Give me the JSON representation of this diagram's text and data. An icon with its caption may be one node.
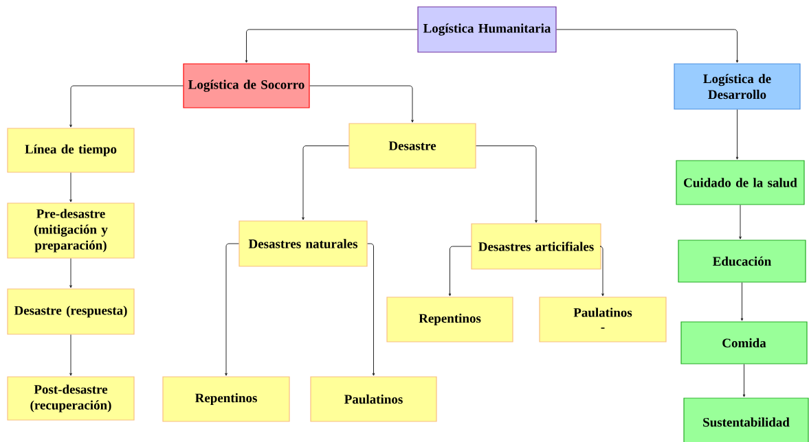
{
  "diagram": {
    "nodes": [
      {
        "text": [
          "Logística Humanitaria"
        ]
      },
      {
        "text": [
          "Logística de Socorro"
        ]
      },
      {
        "text": [
          "Logística de Desarrollo"
        ]
      },
      {
        "text": [
          "Línea de tiempo"
        ]
      },
      {
        "text": [
          "Pre-desastre (mitigación y preparación)"
        ]
      },
      {
        "text": [
          "Desastre (respuesta)"
        ]
      },
      {
        "text": [
          "Post-desastre (recuperación)"
        ]
      },
      {
        "text": [
          "Desastre"
        ]
      },
      {
        "text": [
          "Desastres naturales"
        ]
      },
      {
        "text": [
          "Desastres articifiales"
        ]
      },
      {
        "text": [
          "Repentinos"
        ]
      },
      {
        "text": [
          "Paulatinos",
          "-"
        ]
      },
      {
        "text": [
          "Repentinos"
        ]
      },
      {
        "text": [
          "Paulatinos"
        ]
      },
      {
        "text": [
          "Cuidado de la salud"
        ]
      },
      {
        "text": [
          "Educación"
        ]
      },
      {
        "text": [
          "Comida"
        ]
      },
      {
        "text": [
          "Sustentabilidad"
        ]
      }
    ],
    "edges": [
      {
        "from": 0,
        "to": 1,
        "arrow": "to"
      },
      {
        "from": 0,
        "to": 2,
        "arrow": "to"
      },
      {
        "from": 1,
        "to": 3,
        "arrow": "to"
      },
      {
        "from": 1,
        "to": 7,
        "arrow": "to"
      },
      {
        "from": 3,
        "to": 4,
        "arrow": "to"
      },
      {
        "from": 4,
        "to": 5,
        "arrow": "to"
      },
      {
        "from": 5,
        "to": 6,
        "arrow": "to"
      },
      {
        "from": 7,
        "to": 8,
        "arrow": "to"
      },
      {
        "from": 7,
        "to": 9,
        "arrow": "to"
      },
      {
        "from": 8,
        "to": 12,
        "arrow": "to"
      },
      {
        "from": 8,
        "to": 13,
        "arrow": "to"
      },
      {
        "from": 9,
        "to": 10,
        "arrow": "to"
      },
      {
        "from": 9,
        "to": 11,
        "arrow": "to"
      },
      {
        "from": 2,
        "to": 14,
        "arrow": "to"
      },
      {
        "from": 14,
        "to": 15,
        "arrow": "to"
      },
      {
        "from": 15,
        "to": 16,
        "arrow": "to"
      },
      {
        "from": 16,
        "to": 17,
        "arrow": "to"
      }
    ]
  }
}
